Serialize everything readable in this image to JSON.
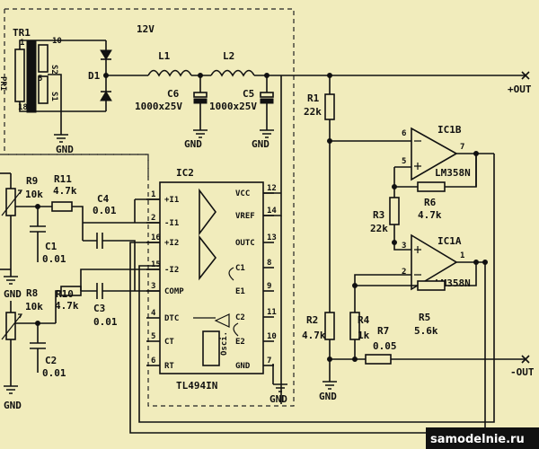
{
  "transformer": {
    "ref": "TR1",
    "primary": "PRI",
    "secondary_1": "S2",
    "secondary_2": "S1",
    "pin_1": "1",
    "pin_2": "10",
    "pin_3": "5",
    "pin_4": "18"
  },
  "rectifier": {
    "ref": "D1"
  },
  "supply": {
    "voltage": "12V"
  },
  "inductors": [
    {
      "ref": "L1"
    },
    {
      "ref": "L2"
    }
  ],
  "capacitors_power": [
    {
      "ref": "C6",
      "value": "1000x25V"
    },
    {
      "ref": "C5",
      "value": "1000x25V"
    }
  ],
  "gnd_label": "GND",
  "outputs": {
    "plus": "+OUT",
    "minus": "-OUT"
  },
  "resistors": {
    "r1": {
      "ref": "R1",
      "value": "22k"
    },
    "r2": {
      "ref": "R2",
      "value": "4.7k"
    },
    "r3": {
      "ref": "R3",
      "value": "22k"
    },
    "r4": {
      "ref": "R4",
      "value": "1k"
    },
    "r5": {
      "ref": "R5",
      "value": "5.6k"
    },
    "r6": {
      "ref": "R6",
      "value": "4.7k"
    },
    "r7": {
      "ref": "R7",
      "value": "0.05"
    },
    "r8": {
      "ref": "R8",
      "value": "10k"
    },
    "r9": {
      "ref": "R9",
      "value": "10k"
    },
    "r10": {
      "ref": "R10",
      "value": "4.7k"
    },
    "r11": {
      "ref": "R11",
      "value": "4.7k"
    }
  },
  "small_caps": {
    "c1": {
      "ref": "C1",
      "value": "0.01"
    },
    "c2": {
      "ref": "C2",
      "value": "0.01"
    },
    "c3": {
      "ref": "C3",
      "value": "0.01"
    },
    "c4": {
      "ref": "C4",
      "value": "0.01"
    }
  },
  "opamps": {
    "a": {
      "ref": "IC1A",
      "part": "LM358N",
      "pin_in_plus": "3",
      "pin_in_minus": "2",
      "pin_out": "1"
    },
    "b": {
      "ref": "IC1B",
      "part": "LM358N",
      "pin_in_minus": "6",
      "pin_in_plus": "5",
      "pin_out": "7"
    }
  },
  "ic2": {
    "ref": "IC2",
    "part": "TL494IN",
    "left_pins": [
      {
        "num": "1",
        "name": "+I1"
      },
      {
        "num": "2",
        "name": "-I1"
      },
      {
        "num": "16",
        "name": "+I2"
      },
      {
        "num": "15",
        "name": "-I2"
      },
      {
        "num": "3",
        "name": "COMP"
      },
      {
        "num": "4",
        "name": "DTC"
      },
      {
        "num": "5",
        "name": "CT"
      },
      {
        "num": "6",
        "name": "RT"
      }
    ],
    "right_pins": [
      {
        "num": "12",
        "name": "VCC"
      },
      {
        "num": "14",
        "name": "VREF"
      },
      {
        "num": "13",
        "name": "OUTC"
      },
      {
        "num": "8",
        "name": "C1"
      },
      {
        "num": "9",
        "name": "E1"
      },
      {
        "num": "11",
        "name": "C2"
      },
      {
        "num": "10",
        "name": "E2"
      },
      {
        "num": "7",
        "name": "GND"
      }
    ],
    "oscillator": "Osci."
  },
  "watermark": "samodelnie.ru",
  "colors": {
    "background": "#f1ecbc",
    "ink": "#111111",
    "watermark_bg": "#111111"
  }
}
